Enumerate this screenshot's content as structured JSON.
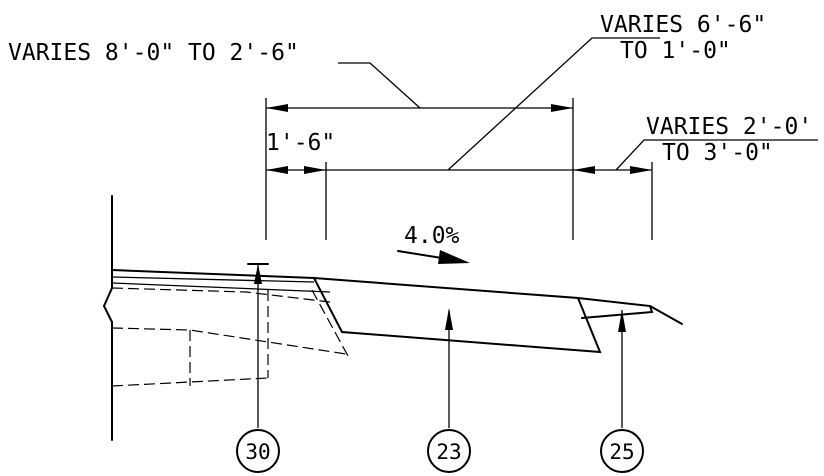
{
  "dimensions": {
    "overall_width": "VARIES 8'-0\" TO 2'-6\"",
    "inner_width_line1": "VARIES 6'-6\"",
    "inner_width_line2": "TO 1'-0\"",
    "edge_offset": "1'-6\"",
    "right_width_line1": "VARIES 2'-0'",
    "right_width_line2": "TO 3'-0\""
  },
  "slope": "4.0%",
  "callouts": [
    "30",
    "23",
    "25"
  ]
}
